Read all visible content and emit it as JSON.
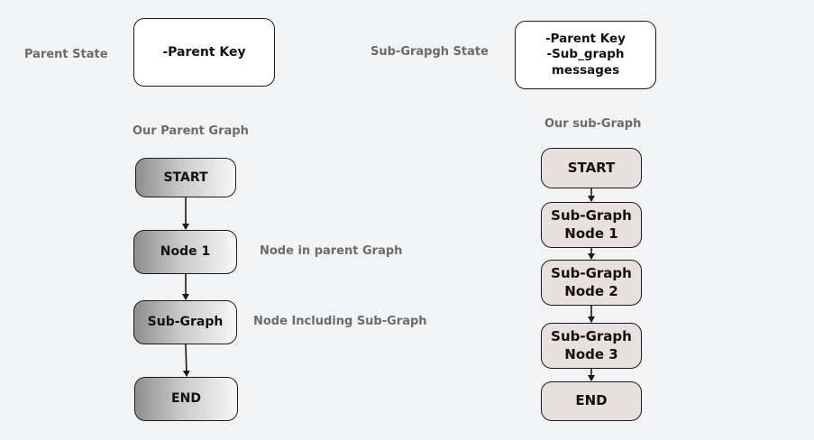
{
  "parent_state": {
    "label": "Parent State",
    "keys": "-Parent Key"
  },
  "sub_state": {
    "label": "Sub-Grapgh State",
    "line1": "-Parent Key",
    "line2": "-Sub_graph messages"
  },
  "parent_graph": {
    "title": "Our Parent Graph",
    "start": "START",
    "node1": "Node 1",
    "node1_note": "Node in parent Graph",
    "subgraph": "Sub-Graph",
    "subgraph_note": "Node Including Sub-Graph",
    "end": "END"
  },
  "sub_graph": {
    "title": "Our sub-Graph",
    "start": "START",
    "n1_l1": "Sub-Graph",
    "n1_l2": "Node 1",
    "n2_l1": "Sub-Graph",
    "n2_l2": "Node 2",
    "n3_l1": "Sub-Graph",
    "n3_l2": "Node 3",
    "end": "END"
  }
}
